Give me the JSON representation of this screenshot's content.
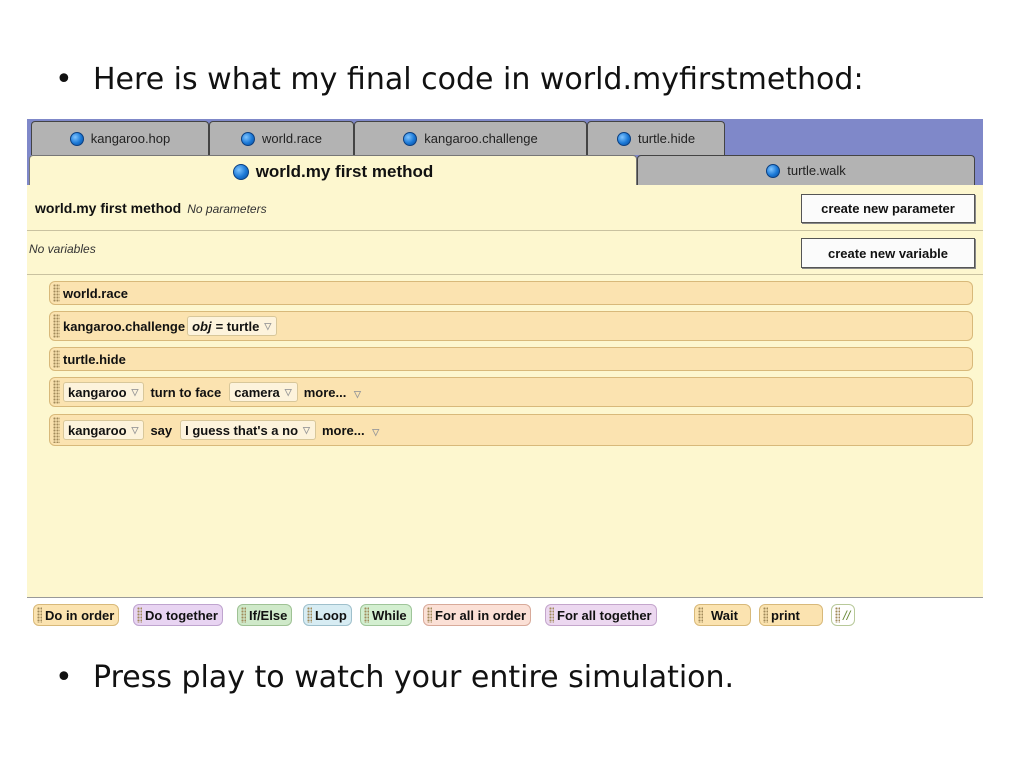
{
  "slide": {
    "bullet_top": "Here is what my final code in world.myfirstmethod:",
    "bullet_bottom": "Press play to watch your entire simulation.",
    "bullet_char": "•"
  },
  "tabs_back": [
    "kangaroo.hop",
    "world.race",
    "kangaroo.challenge",
    "turtle.hide"
  ],
  "tab_active": "world.my first method",
  "tab_front_right": "turtle.walk",
  "method_header": {
    "title": "world.my first method",
    "params_note": "No parameters",
    "create_param_label": "create new parameter",
    "vars_note": "No variables",
    "create_var_label": "create new variable"
  },
  "code": {
    "line1": "world.race",
    "line2": {
      "method": "kangaroo.challenge",
      "param_name": "obj",
      "param_value": "= turtle"
    },
    "line3": "turtle.hide",
    "line4": {
      "object": "kangaroo",
      "verb": "turn to face",
      "target": "camera",
      "more": "more..."
    },
    "line5": {
      "object": "kangaroo",
      "verb": "say",
      "text": "I guess that's a no",
      "more": "more..."
    }
  },
  "controls": [
    "Do in order",
    "Do together",
    "If/Else",
    "Loop",
    "While",
    "For all in order",
    "For all together",
    "Wait",
    "print",
    "//"
  ],
  "colors": {
    "panel_bg": "#fdf7cf",
    "statement_bg": "#fbe3b0",
    "tab_inactive": "#b3b3b3",
    "frame_bg": "#7f88c9"
  }
}
